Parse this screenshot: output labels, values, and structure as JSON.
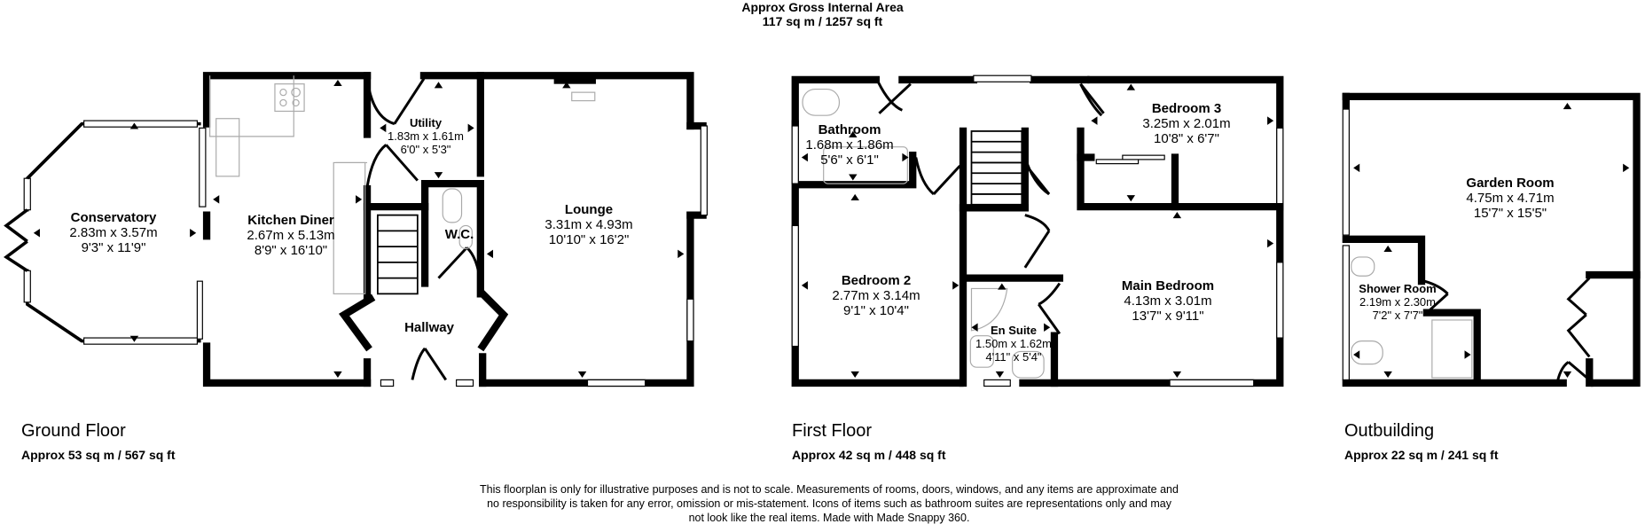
{
  "header": {
    "title": "Approx Gross Internal Area",
    "area": "117 sq m / 1257 sq ft"
  },
  "floors": [
    {
      "name": "Ground Floor",
      "area": "Approx 53 sq m / 567 sq ft",
      "rooms": [
        {
          "name": "Conservatory",
          "metric": "2.83m x 3.57m",
          "imperial": "9'3\" x 11'9\""
        },
        {
          "name": "Kitchen Diner",
          "metric": "2.67m x 5.13m",
          "imperial": "8'9\" x 16'10\""
        },
        {
          "name": "Utility",
          "metric": "1.83m x 1.61m",
          "imperial": "6'0\" x 5'3\""
        },
        {
          "name": "W.C.",
          "metric": "",
          "imperial": ""
        },
        {
          "name": "Hallway",
          "metric": "",
          "imperial": ""
        },
        {
          "name": "Lounge",
          "metric": "3.31m x 4.93m",
          "imperial": "10'10\" x 16'2\""
        }
      ]
    },
    {
      "name": "First Floor",
      "area": "Approx 42 sq m / 448 sq ft",
      "rooms": [
        {
          "name": "Bathroom",
          "metric": "1.68m x 1.86m",
          "imperial": "5'6\" x 6'1\""
        },
        {
          "name": "Bedroom 3",
          "metric": "3.25m x 2.01m",
          "imperial": "10'8\" x 6'7\""
        },
        {
          "name": "Bedroom 2",
          "metric": "2.77m x 3.14m",
          "imperial": "9'1\" x 10'4\""
        },
        {
          "name": "En Suite",
          "metric": "1.50m x 1.62m",
          "imperial": "4'11\" x 5'4\""
        },
        {
          "name": "Main Bedroom",
          "metric": "4.13m x 3.01m",
          "imperial": "13'7\" x 9'11\""
        }
      ]
    },
    {
      "name": "Outbuilding",
      "area": "Approx 22 sq m / 241 sq ft",
      "rooms": [
        {
          "name": "Garden Room",
          "metric": "4.75m x 4.71m",
          "imperial": "15'7\" x 15'5\""
        },
        {
          "name": "Shower Room",
          "metric": "2.19m x 2.30m",
          "imperial": "7'2\" x 7'7\""
        }
      ]
    }
  ],
  "disclaimer": "This floorplan is only for illustrative purposes and is not to scale. Measurements of rooms, doors, windows, and any items are approximate and no responsibility is taken for any error, omission or mis-statement. Icons of items such as bathroom suites are representations only and may not look like the real items. Made with Made Snappy 360.",
  "colors": {
    "wall": "#000000",
    "fixture": "#aaaaaa",
    "background": "#ffffff"
  }
}
